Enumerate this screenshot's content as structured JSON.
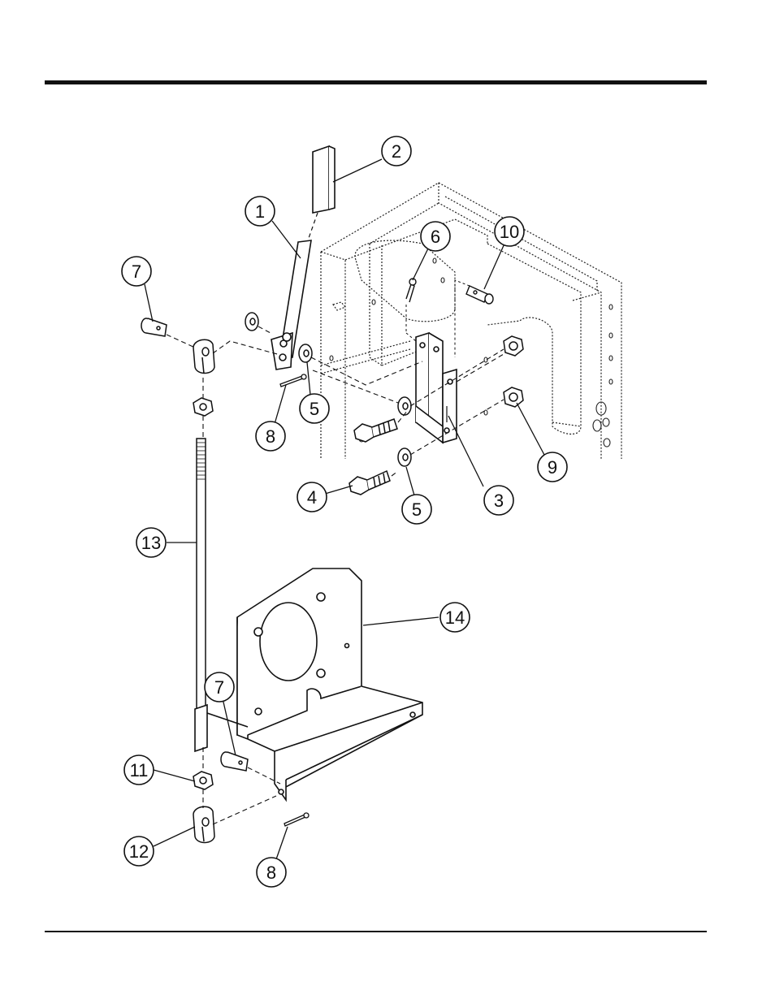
{
  "diagram": {
    "type": "exploded-parts-diagram",
    "callouts": [
      "1",
      "2",
      "3",
      "4",
      "5",
      "5",
      "6",
      "7",
      "7",
      "8",
      "8",
      "9",
      "10",
      "11",
      "12",
      "13",
      "14"
    ]
  }
}
